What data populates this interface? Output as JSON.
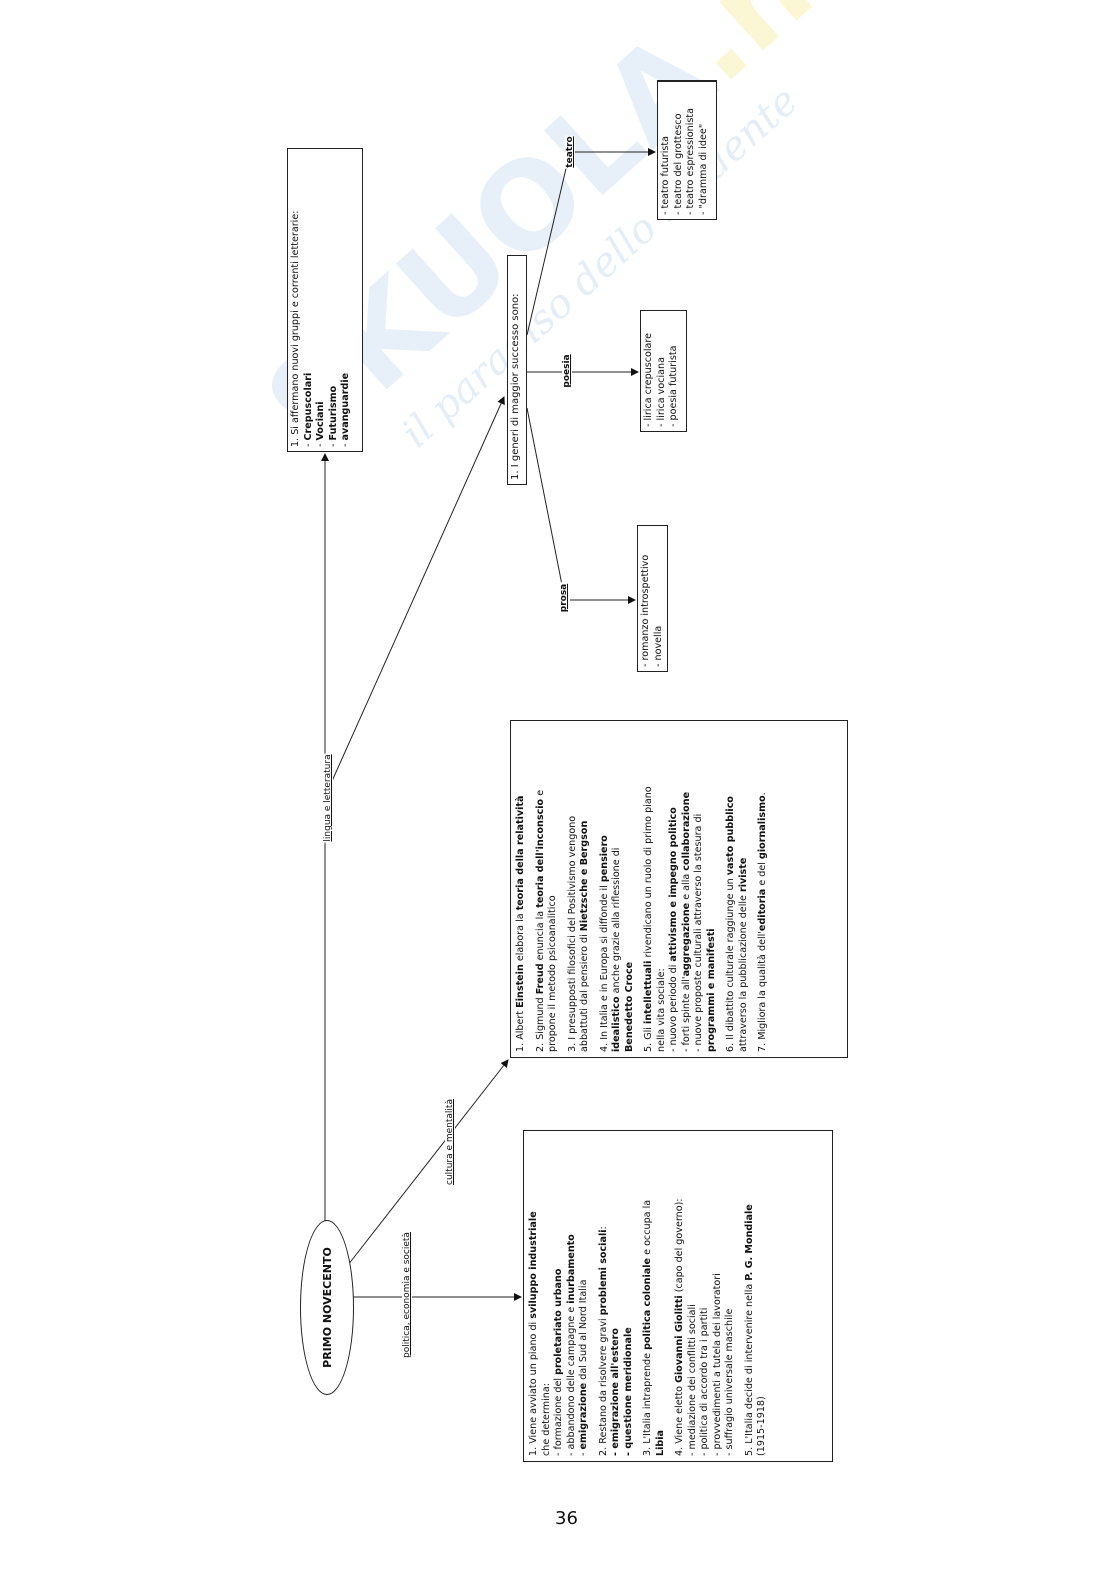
{
  "watermark": {
    "brand": "SKUOLA.net",
    "tagline": "il paradiso dello studente"
  },
  "root": "PRIMO NOVECENTO",
  "branches": {
    "lingua": "lingua e letteratura",
    "cultura": "cultura e mentalità",
    "politica": "politica, economia e società"
  },
  "correnti": {
    "title": "1. Si affermano nuovi gruppi e correnti letterarie:",
    "items": [
      "Crepuscolari",
      "Vociani",
      "Futurismo",
      "avanguardie"
    ]
  },
  "generi": {
    "title": "1. I generi di maggior successo sono:",
    "prosa": {
      "label": "prosa",
      "items": [
        "romanzo introspettivo",
        "novella"
      ]
    },
    "poesia": {
      "label": "poesia",
      "items": [
        "lirica crepuscolare",
        "lirica vociana",
        "poesia futurista"
      ]
    },
    "teatro": {
      "label": "teatro",
      "items": [
        "teatro futurista",
        "teatro del grottesco",
        "teatro espressionista",
        "\"dramma di idee\""
      ]
    }
  },
  "cultura_box": [
    [
      [
        [
          "1. Albert ",
          0
        ],
        [
          "Einstein",
          1
        ],
        [
          " elabora la ",
          0
        ],
        [
          "teoria della relatività",
          1
        ]
      ]
    ],
    [
      [
        [
          "2. Sigmund ",
          0
        ],
        [
          "Freud",
          1
        ],
        [
          " enuncia la ",
          0
        ],
        [
          "teoria dell'inconscio",
          1
        ],
        [
          " e",
          0
        ]
      ],
      [
        [
          "propone il metodo psicoanalitico",
          0
        ]
      ]
    ],
    [
      [
        [
          "3. I presupposti filosofici del Positivismo vengono",
          0
        ]
      ],
      [
        [
          "abbattuti dal pensiero di ",
          0
        ],
        [
          "Nietzsche e Bergson",
          1
        ]
      ]
    ],
    [
      [
        [
          "4. In Italia e in Europa si diffonde il ",
          0
        ],
        [
          "pensiero",
          1
        ]
      ],
      [
        [
          "idealistico",
          1
        ],
        [
          " anche grazie alla riflessione di",
          0
        ]
      ],
      [
        [
          "Benedetto Croce",
          1
        ]
      ]
    ],
    [
      [
        [
          "5. Gli ",
          0
        ],
        [
          "intellettuali",
          1
        ],
        [
          " rivendicano un ruolo di primo piano",
          0
        ]
      ],
      [
        [
          "nella vita sociale:",
          0
        ]
      ],
      [
        [
          "- nuovo periodo di ",
          0
        ],
        [
          "attivismo e impegno politico",
          1
        ]
      ],
      [
        [
          "- forti spinte all'",
          0
        ],
        [
          "aggregazione",
          1
        ],
        [
          " e alla ",
          0
        ],
        [
          "collaborazione",
          1
        ]
      ],
      [
        [
          "- nuove proposte culturali attraverso la stesura di",
          0
        ]
      ],
      [
        [
          "programmi e manifesti",
          1
        ]
      ]
    ],
    [
      [
        [
          "6. Il dibattito culturale raggiunge un ",
          0
        ],
        [
          "vasto pubblico",
          1
        ]
      ],
      [
        [
          "attraverso la pubblicazione delle ",
          0
        ],
        [
          "riviste",
          1
        ]
      ]
    ],
    [
      [
        [
          "7. Migliora la qualità dell'",
          0
        ],
        [
          "editoria",
          1
        ],
        [
          " e del ",
          0
        ],
        [
          "giornalismo",
          1
        ],
        [
          ".",
          0
        ]
      ]
    ]
  ],
  "politica_box": [
    [
      [
        [
          "1. Viene avviato un piano di ",
          0
        ],
        [
          "sviluppo industriale",
          1
        ]
      ],
      [
        [
          "che determina:",
          0
        ]
      ],
      [
        [
          "- formazione del ",
          0
        ],
        [
          "proletariato urbano",
          1
        ]
      ],
      [
        [
          "- abbandono delle campagne e ",
          0
        ],
        [
          "inurbamento",
          1
        ]
      ],
      [
        [
          "- ",
          0
        ],
        [
          "emigrazione",
          1
        ],
        [
          " dal Sud al Nord Italia",
          0
        ]
      ]
    ],
    [
      [
        [
          "2. Restano da risolvere gravi ",
          0
        ],
        [
          "problemi sociali",
          1
        ],
        [
          ":",
          0
        ]
      ],
      [
        [
          "- emigrazione all'estero",
          1
        ]
      ],
      [
        [
          "- questione meridionale",
          1
        ]
      ]
    ],
    [
      [
        [
          "3. L'Italia intraprende ",
          0
        ],
        [
          "politica coloniale",
          1
        ],
        [
          " e occupa la",
          0
        ]
      ],
      [
        [
          "Libia",
          1
        ]
      ]
    ],
    [
      [
        [
          "4. Viene eletto ",
          0
        ],
        [
          "Giovanni Giolitti",
          1
        ],
        [
          " (capo del governo):",
          0
        ]
      ],
      [
        [
          "- mediazione dei conflitti sociali",
          0
        ]
      ],
      [
        [
          "- politica di accordo tra i partiti",
          0
        ]
      ],
      [
        [
          "- provvedimenti a tutela dei lavoratori",
          0
        ]
      ],
      [
        [
          "- suffragio universale maschile",
          0
        ]
      ]
    ],
    [
      [
        [
          "5. L'Italia decide di intervenire nella ",
          0
        ],
        [
          "P. G. Mondiale",
          1
        ]
      ],
      [
        [
          "(1915-1918)",
          0
        ]
      ]
    ]
  ],
  "page_number": "36"
}
